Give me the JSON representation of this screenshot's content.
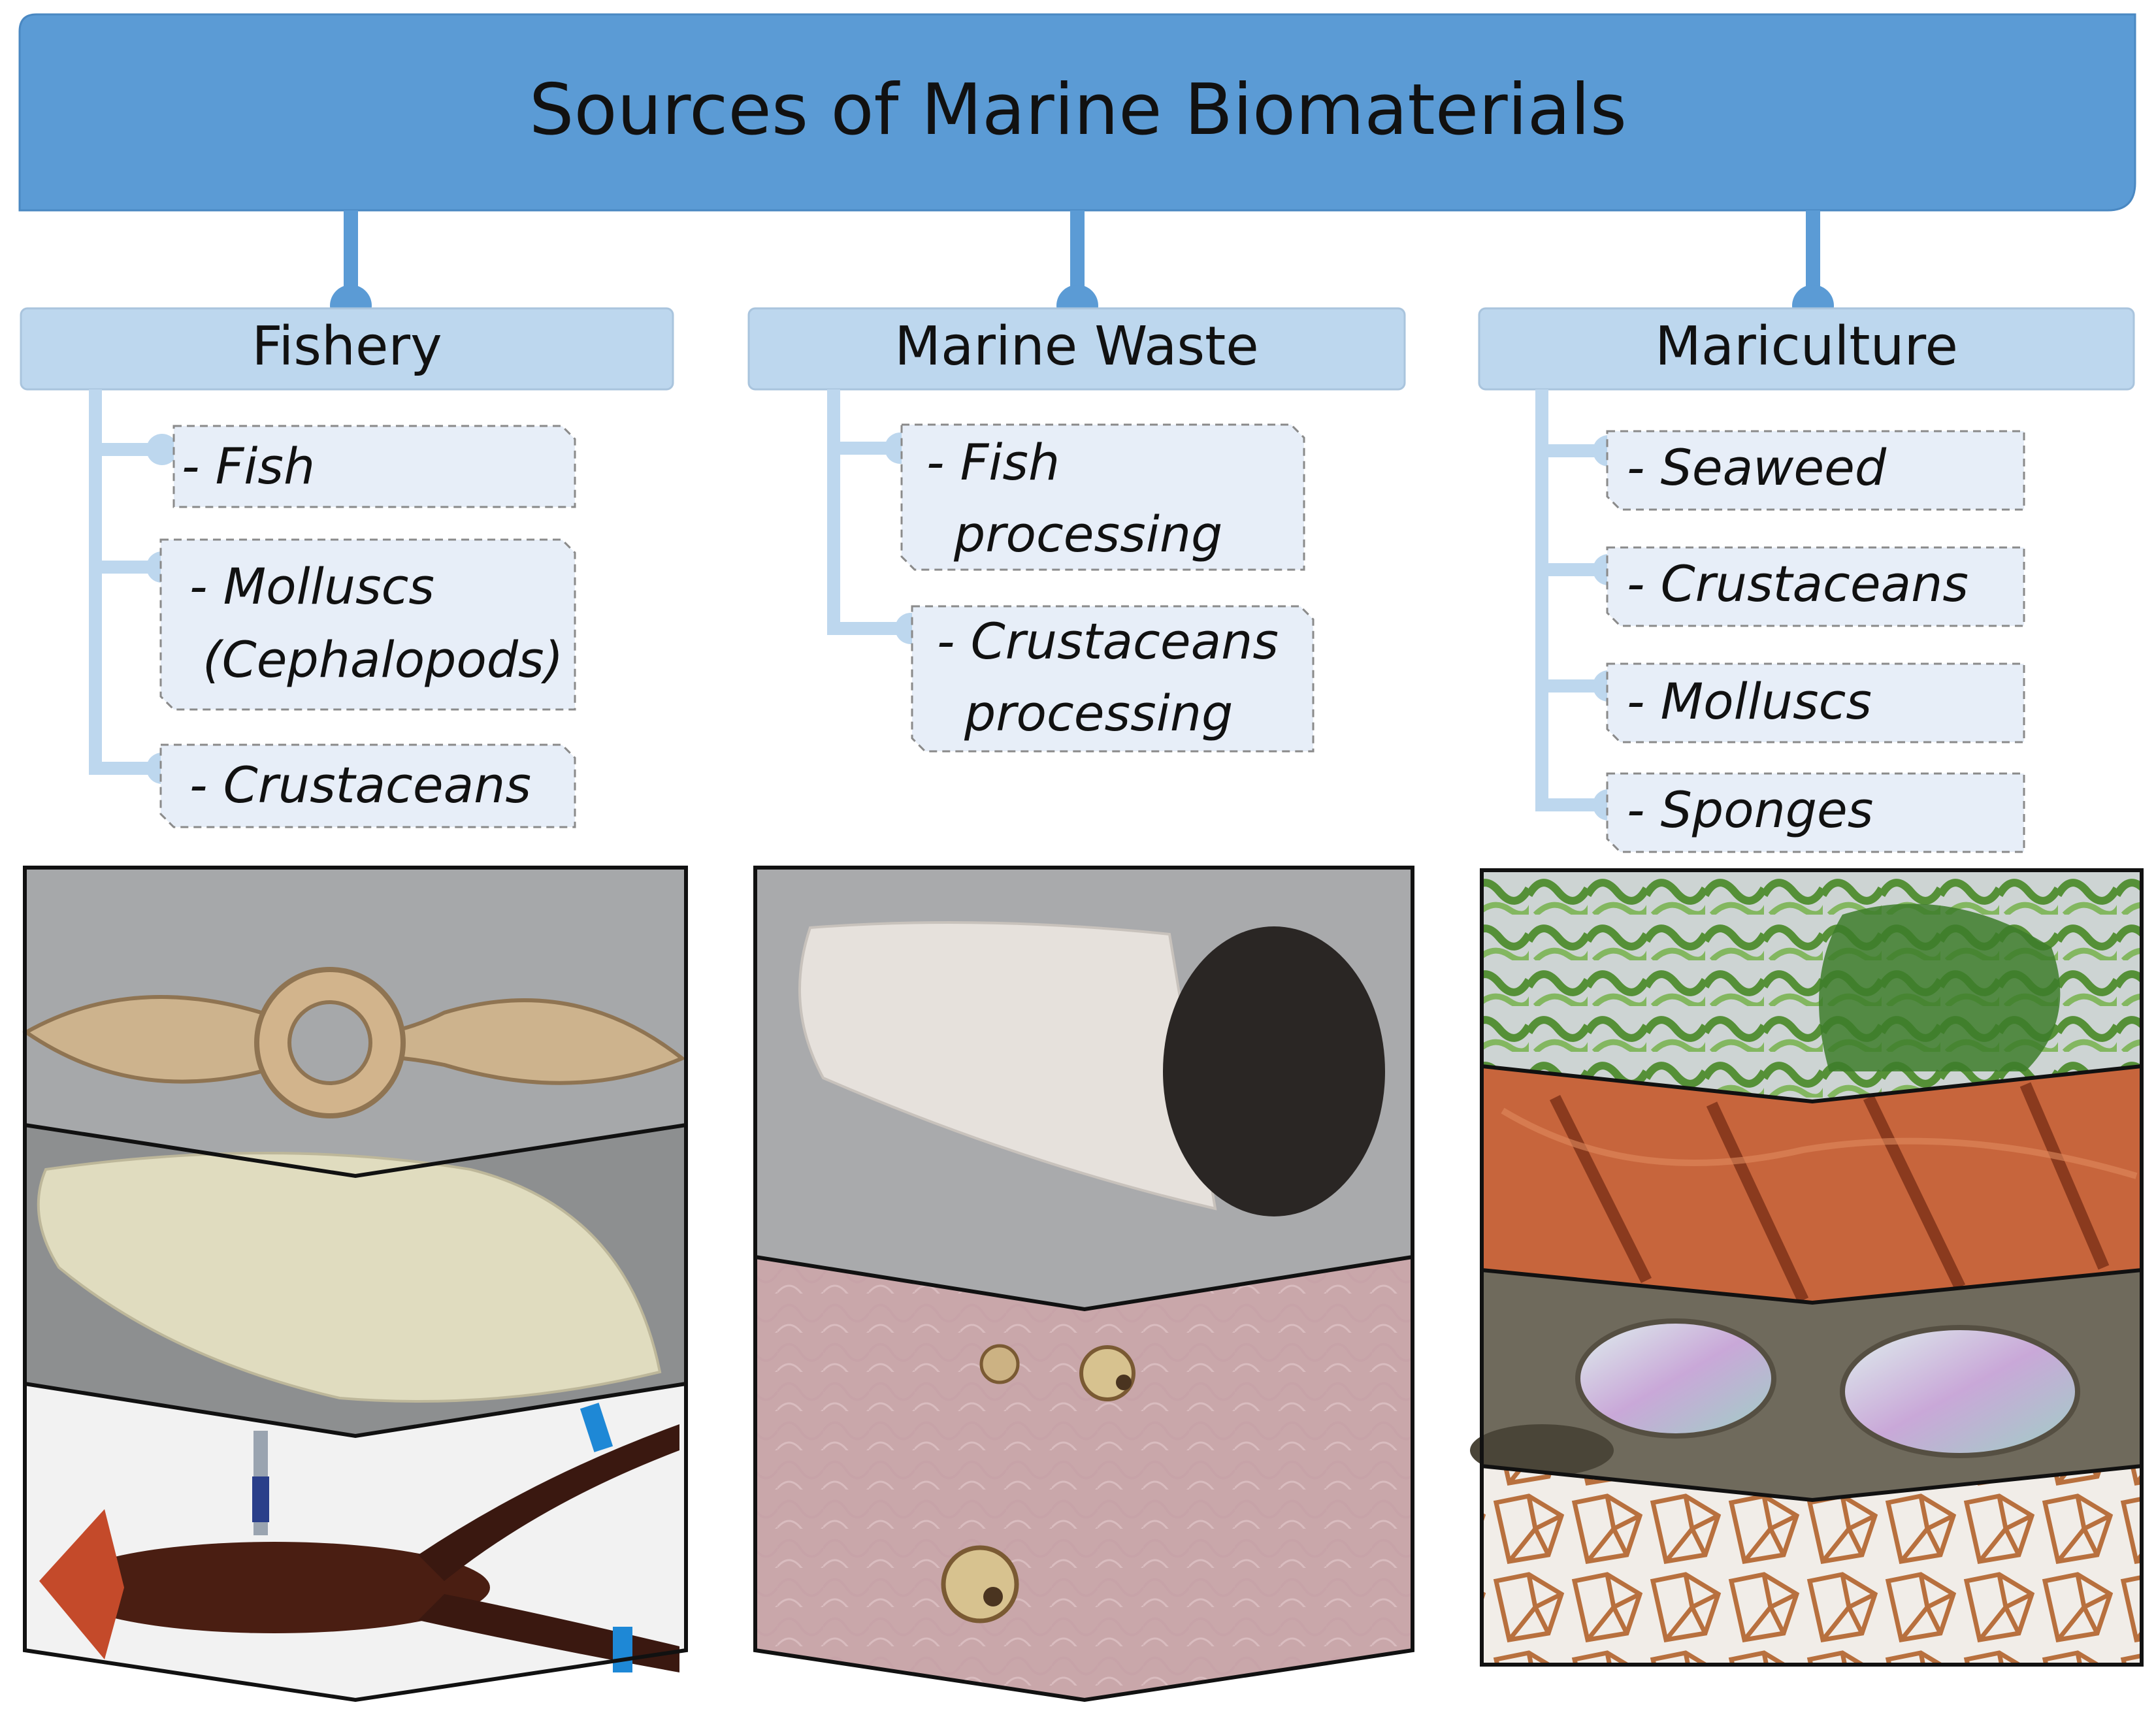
{
  "title": "Sources of Marine Biomaterials",
  "colors": {
    "header": "#5b9bd5",
    "category": "#bdd7ee",
    "item": "#e7eef8",
    "connector": "#bdd7ee",
    "connector_dark": "#5b9bd5",
    "frame": "#111111"
  },
  "categories": [
    {
      "label": "Fishery",
      "items": [
        {
          "lines": [
            "- Fish"
          ]
        },
        {
          "lines": [
            "- Molluscs",
            "(Cephalopods)"
          ]
        },
        {
          "lines": [
            "- Crustaceans"
          ]
        }
      ],
      "photos": [
        "cuttlefish-bone-photo",
        "cuttlebone-photo",
        "lobster-photo"
      ]
    },
    {
      "label": "Marine Waste",
      "items": [
        {
          "lines": [
            "- Fish",
            "processing"
          ]
        },
        {
          "lines": [
            "- Crustaceans",
            "processing"
          ]
        }
      ],
      "photos": [
        "bone-cylinder-photo",
        "shell-surface-photo"
      ]
    },
    {
      "label": "Mariculture",
      "items": [
        {
          "lines": [
            "- Seaweed"
          ]
        },
        {
          "lines": [
            "- Crustaceans"
          ]
        },
        {
          "lines": [
            "- Molluscs"
          ]
        },
        {
          "lines": [
            "- Sponges"
          ]
        }
      ],
      "photos": [
        "seaweed-photo",
        "crustacean-shell-photo",
        "abalone-photo",
        "sponge-skeleton-photo"
      ]
    }
  ]
}
